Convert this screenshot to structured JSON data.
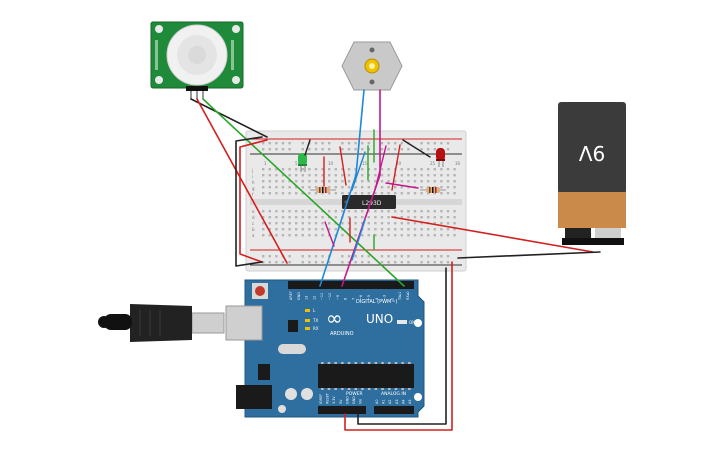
{
  "colors": {
    "background": "#ffffff",
    "arduino_board": "#2f6f9f",
    "pir_board": "#1f8a3a",
    "breadboard": "#e9e9e9",
    "battery_body": "#3b3b3b",
    "battery_cap": "#c98a4a",
    "wire_red": "#d41f1f",
    "wire_black": "#222222",
    "wire_green": "#2aa52a",
    "wire_blue": "#1e88d6",
    "wire_magenta": "#c2188c",
    "led_green": "#2fb84a",
    "led_red": "#b81010"
  },
  "battery": {
    "label": "9V"
  },
  "driver_chip": {
    "label": "L293D"
  },
  "arduino": {
    "brand": "ARDUINO",
    "model": "UNO",
    "digital_header_label": "DIGITAL (PWM~)",
    "power_header_label": "POWER",
    "analog_header_label": "ANALOG IN",
    "logo_symbol": "∞",
    "indicator_labels": [
      "L",
      "TX",
      "RX"
    ],
    "on_label": "ON",
    "digital_pins": [
      "AREF",
      "GND",
      "13",
      "12",
      "~11",
      "~10",
      "~9",
      "8",
      "7",
      "~6",
      "~5",
      "4",
      "~3",
      "2",
      "TX▸1",
      "RX◂0"
    ],
    "power_pins": [
      "IOREF",
      "RESET",
      "3.3V",
      "5V",
      "GND",
      "GND",
      "Vin"
    ],
    "analog_pins": [
      "A0",
      "A1",
      "A2",
      "A3",
      "A4",
      "A5"
    ]
  },
  "breadboard": {
    "col_numbers": [
      "1",
      "5",
      "10",
      "15",
      "20",
      "25",
      "30"
    ],
    "row_letters_top": [
      "j",
      "i",
      "h",
      "g",
      "f"
    ],
    "row_letters_bottom": [
      "e",
      "d",
      "c",
      "b",
      "a"
    ]
  },
  "motor": {
    "icon": "dc-motor-icon"
  },
  "pir_sensor": {
    "icon": "pir-sensor-icon"
  },
  "usb": {
    "icon": "usb-cable-icon"
  }
}
